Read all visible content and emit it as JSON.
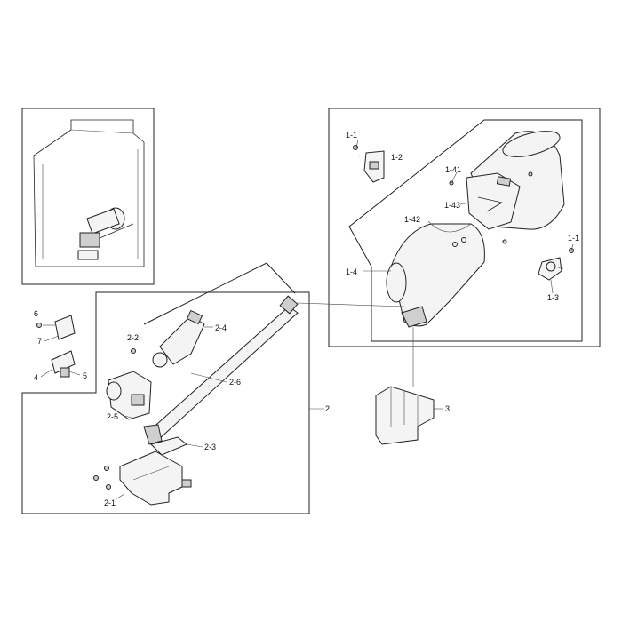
{
  "callouts": {
    "c_1_1_top": "1-1",
    "c_1_2": "1-2",
    "c_1_41": "1-41",
    "c_1_43": "1-43",
    "c_1_42": "1-42",
    "c_1_1_right": "1-1",
    "c_1_4": "1-4",
    "c_1_3": "1-3",
    "c_2": "2",
    "c_3": "3",
    "c_2_2": "2-2",
    "c_2_4": "2-4",
    "c_2_6": "2-6",
    "c_2_5": "2-5",
    "c_2_3": "2-3",
    "c_2_1": "2-1",
    "c_6": "6",
    "c_7": "7",
    "c_4": "4",
    "c_5": "5"
  }
}
